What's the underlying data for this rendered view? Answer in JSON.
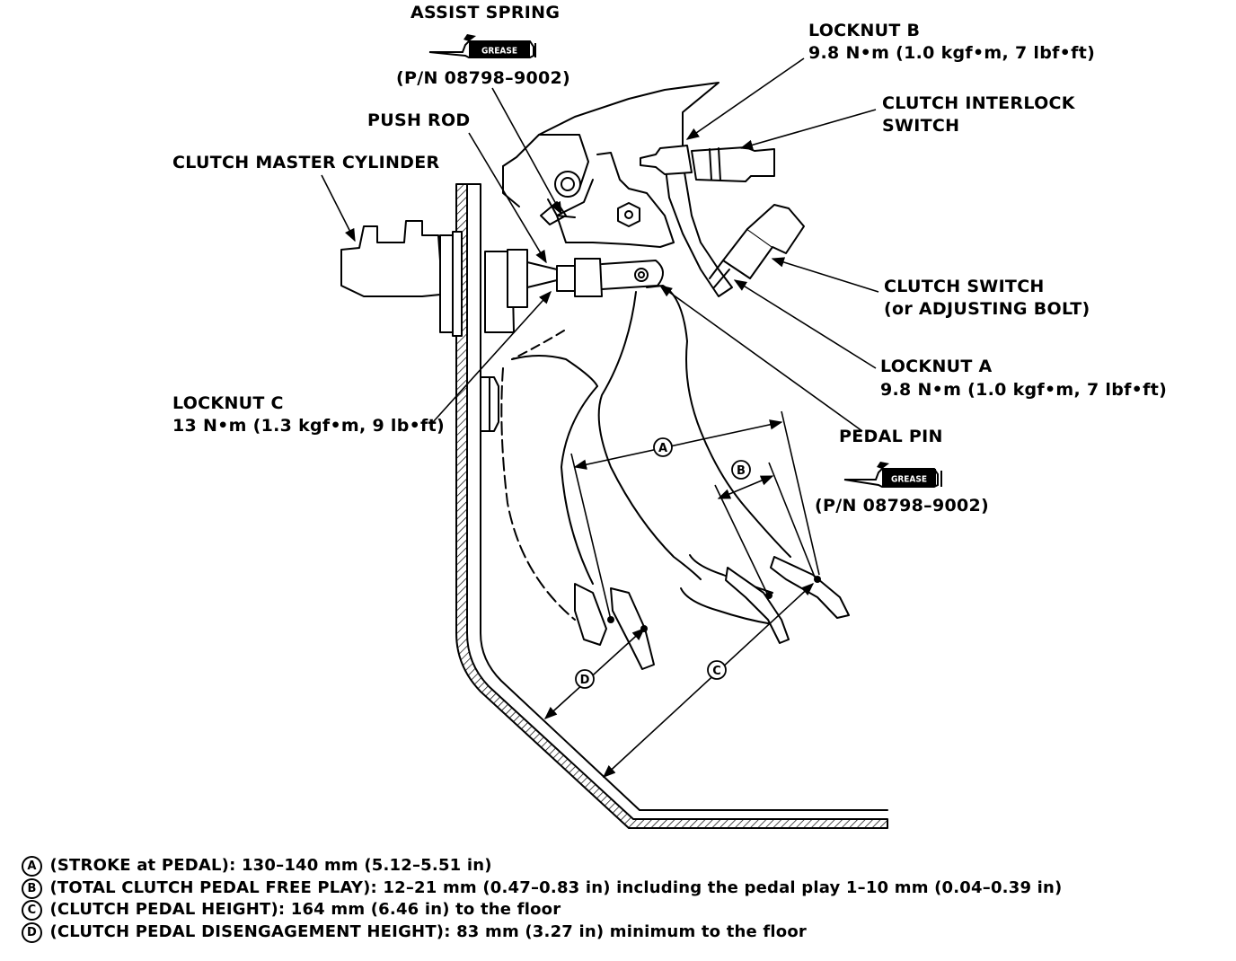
{
  "labels": {
    "assist_spring": "ASSIST SPRING",
    "grease_tag": "GREASE",
    "pn_top": "(P/N 08798–9002)",
    "push_rod": "PUSH ROD",
    "clutch_master_cylinder": "CLUTCH MASTER CYLINDER",
    "locknut_b": "LOCKNUT B",
    "locknut_b_torque": "9.8 N•m (1.0 kgf•m, 7 lbf•ft)",
    "clutch_interlock_switch_1": "CLUTCH INTERLOCK",
    "clutch_interlock_switch_2": "SWITCH",
    "clutch_switch_1": "CLUTCH SWITCH",
    "clutch_switch_2": "(or ADJUSTING BOLT)",
    "locknut_a": "LOCKNUT A",
    "locknut_a_torque": "9.8 N•m (1.0 kgf•m, 7 lbf•ft)",
    "locknut_c": "LOCKNUT C",
    "locknut_c_torque": "13 N•m (1.3 kgf•m, 9 lb•ft)",
    "pedal_pin": "PEDAL PIN",
    "pn_bottom": "(P/N 08798–9002)",
    "dim_a": "A",
    "dim_b": "B",
    "dim_c": "C",
    "dim_d": "D"
  },
  "legend": [
    {
      "letter": "A",
      "text": "(STROKE at PEDAL): 130–140 mm (5.12–5.51 in)"
    },
    {
      "letter": "B",
      "text": "(TOTAL CLUTCH PEDAL FREE PLAY): 12–21 mm (0.47–0.83 in) including the pedal play 1–10 mm (0.04–0.39 in)"
    },
    {
      "letter": "C",
      "text": "(CLUTCH PEDAL HEIGHT): 164 mm (6.46 in) to the floor"
    },
    {
      "letter": "D",
      "text": "(CLUTCH PEDAL DISENGAGEMENT HEIGHT): 83 mm (3.27 in) minimum to the floor"
    }
  ]
}
